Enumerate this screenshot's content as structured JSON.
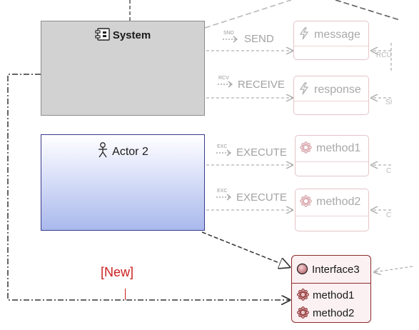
{
  "system": {
    "label": "System",
    "icon": "component-icon"
  },
  "actor": {
    "label": "Actor 2",
    "icon": "actor-icon"
  },
  "exchanges": [
    {
      "tag": "SND",
      "label": "SEND"
    },
    {
      "tag": "RCV",
      "label": "RECEIVE"
    },
    {
      "tag": "EXC",
      "label": "EXECUTE"
    },
    {
      "tag": "EXC",
      "label": "EXECUTE"
    }
  ],
  "functions": [
    {
      "label": "message",
      "icon": "lightning-icon"
    },
    {
      "label": "response",
      "icon": "lightning-icon"
    },
    {
      "label": "method1",
      "icon": "gear-icon"
    },
    {
      "label": "method2",
      "icon": "gear-icon"
    }
  ],
  "interface": {
    "label": "Interface3",
    "methods": [
      "method1",
      "method2"
    ]
  },
  "annotation": {
    "new_label": "[New]"
  },
  "edge_fragments": [
    "RCU",
    "SI",
    "C",
    "C"
  ]
}
